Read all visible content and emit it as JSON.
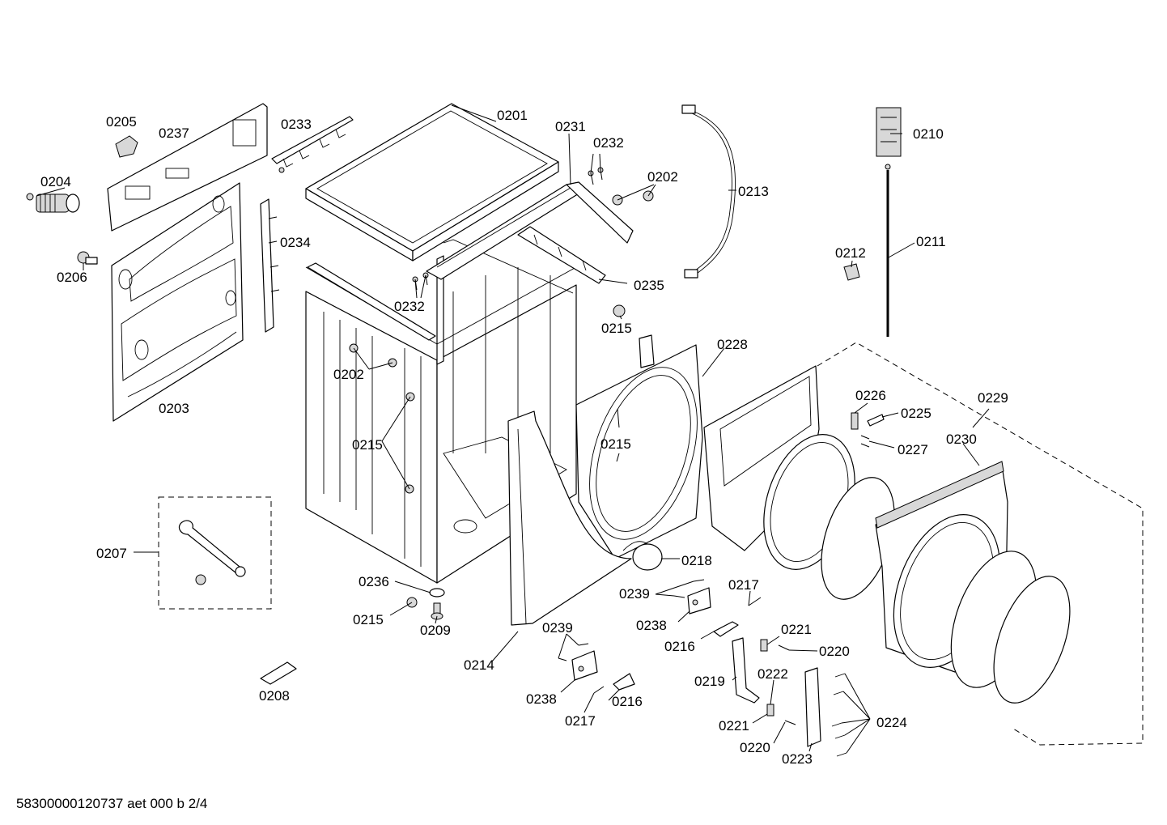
{
  "footer": "58300000120737 aet 000 b 2/4",
  "labels": {
    "l0201": "0201",
    "l0202a": "0202",
    "l0202b": "0202",
    "l0203": "0203",
    "l0204": "0204",
    "l0205": "0205",
    "l0206": "0206",
    "l0207": "0207",
    "l0208": "0208",
    "l0209": "0209",
    "l0210": "0210",
    "l0211": "0211",
    "l0212": "0212",
    "l0213": "0213",
    "l0214": "0214",
    "l0215a": "0215",
    "l0215b": "0215",
    "l0215c": "0215",
    "l0215d": "0215",
    "l0216a": "0216",
    "l0216b": "0216",
    "l0217a": "0217",
    "l0217b": "0217",
    "l0218": "0218",
    "l0219": "0219",
    "l0220a": "0220",
    "l0220b": "0220",
    "l0221a": "0221",
    "l0221b": "0221",
    "l0222": "0222",
    "l0223": "0223",
    "l0224": "0224",
    "l0225": "0225",
    "l0226": "0226",
    "l0227": "0227",
    "l0228": "0228",
    "l0229": "0229",
    "l0230": "0230",
    "l0231": "0231",
    "l0232a": "0232",
    "l0232b": "0232",
    "l0233": "0233",
    "l0234": "0234",
    "l0235": "0235",
    "l0236": "0236",
    "l0237": "0237",
    "l0238a": "0238",
    "l0238b": "0238",
    "l0239a": "0239",
    "l0239b": "0239"
  }
}
